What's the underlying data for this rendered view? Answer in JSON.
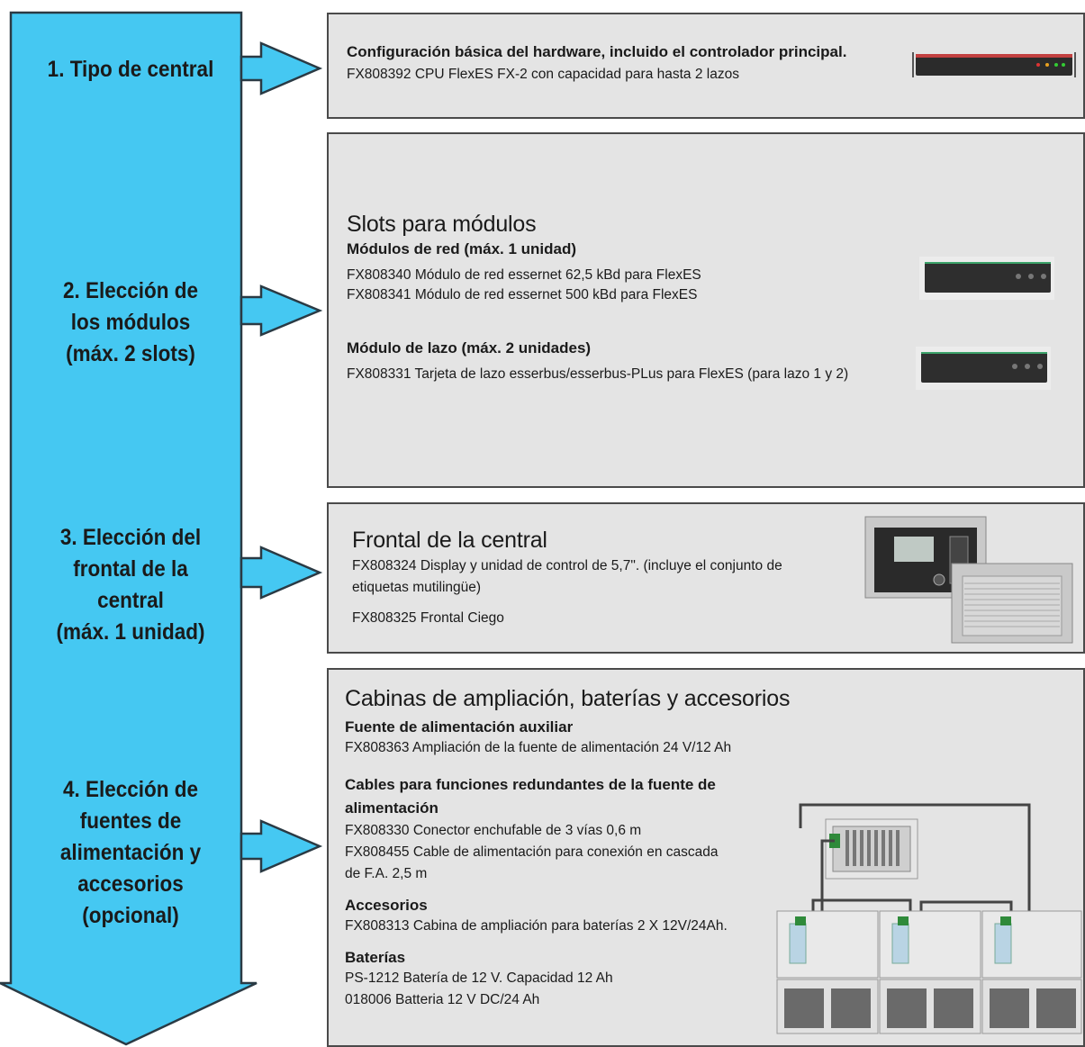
{
  "flow": {
    "arrow_color": "#45c8f2",
    "steps": [
      {
        "lines": [
          "1. Tipo de central"
        ]
      },
      {
        "lines": [
          "2. Elección de",
          "los módulos",
          "(máx. 2 slots)"
        ]
      },
      {
        "lines": [
          "3. Elección del",
          "frontal de la",
          "central",
          "(máx. 1 unidad)"
        ]
      },
      {
        "lines": [
          "4. Elección de",
          "fuentes de",
          "alimentación y",
          "accesorios",
          "(opcional)"
        ]
      }
    ]
  },
  "panel1": {
    "title": "Configuración básica del hardware, incluido el controlador principal.",
    "item": "FX808392 CPU FlexES FX-2 con capacidad para hasta 2 lazos"
  },
  "panel2": {
    "title": "Slots para módulos",
    "network": {
      "heading": "Módulos de red (máx. 1 unidad)",
      "items": [
        "FX808340 Módulo de red essernet 62,5 kBd para FlexES",
        "FX808341 Módulo de red essernet 500 kBd para FlexES"
      ]
    },
    "loop": {
      "heading": "Módulo de lazo (máx. 2 unidades)",
      "items": [
        "FX808331 Tarjeta de lazo esserbus/esserbus-PLus para FlexES  (para lazo 1 y 2)"
      ]
    }
  },
  "panel3": {
    "title": "Frontal de la central",
    "item1_line1": "FX808324 Display y unidad de control de 5,7\". (incluye el conjunto de",
    "item1_line2": "etiquetas mutilingüe)",
    "item2": "FX808325 Frontal Ciego"
  },
  "panel4": {
    "title": "Cabinas de ampliación, baterías y accesorios",
    "aux_heading": "Fuente de alimentación auxiliar",
    "aux_item": "FX808363 Ampliación de la fuente de alimentación 24 V/12 Ah",
    "cables_heading_line1": "Cables para funciones redundantes de la fuente de",
    "cables_heading_line2": "alimentación",
    "cables_item1": "FX808330 Conector enchufable de 3 vías 0,6 m",
    "cables_item2_line1": "FX808455 Cable de alimentación para conexión en cascada",
    "cables_item2_line2": "de F.A. 2,5 m",
    "acc_heading": "Accesorios",
    "acc_item": "FX808313 Cabina de ampliación para baterías 2 X 12V/24Ah.",
    "bat_heading": "Baterías",
    "bat_item1": "PS-1212 Batería de 12 V. Capacidad 12 Ah",
    "bat_item2": "018006 Batteria 12 V DC/24 Ah"
  }
}
